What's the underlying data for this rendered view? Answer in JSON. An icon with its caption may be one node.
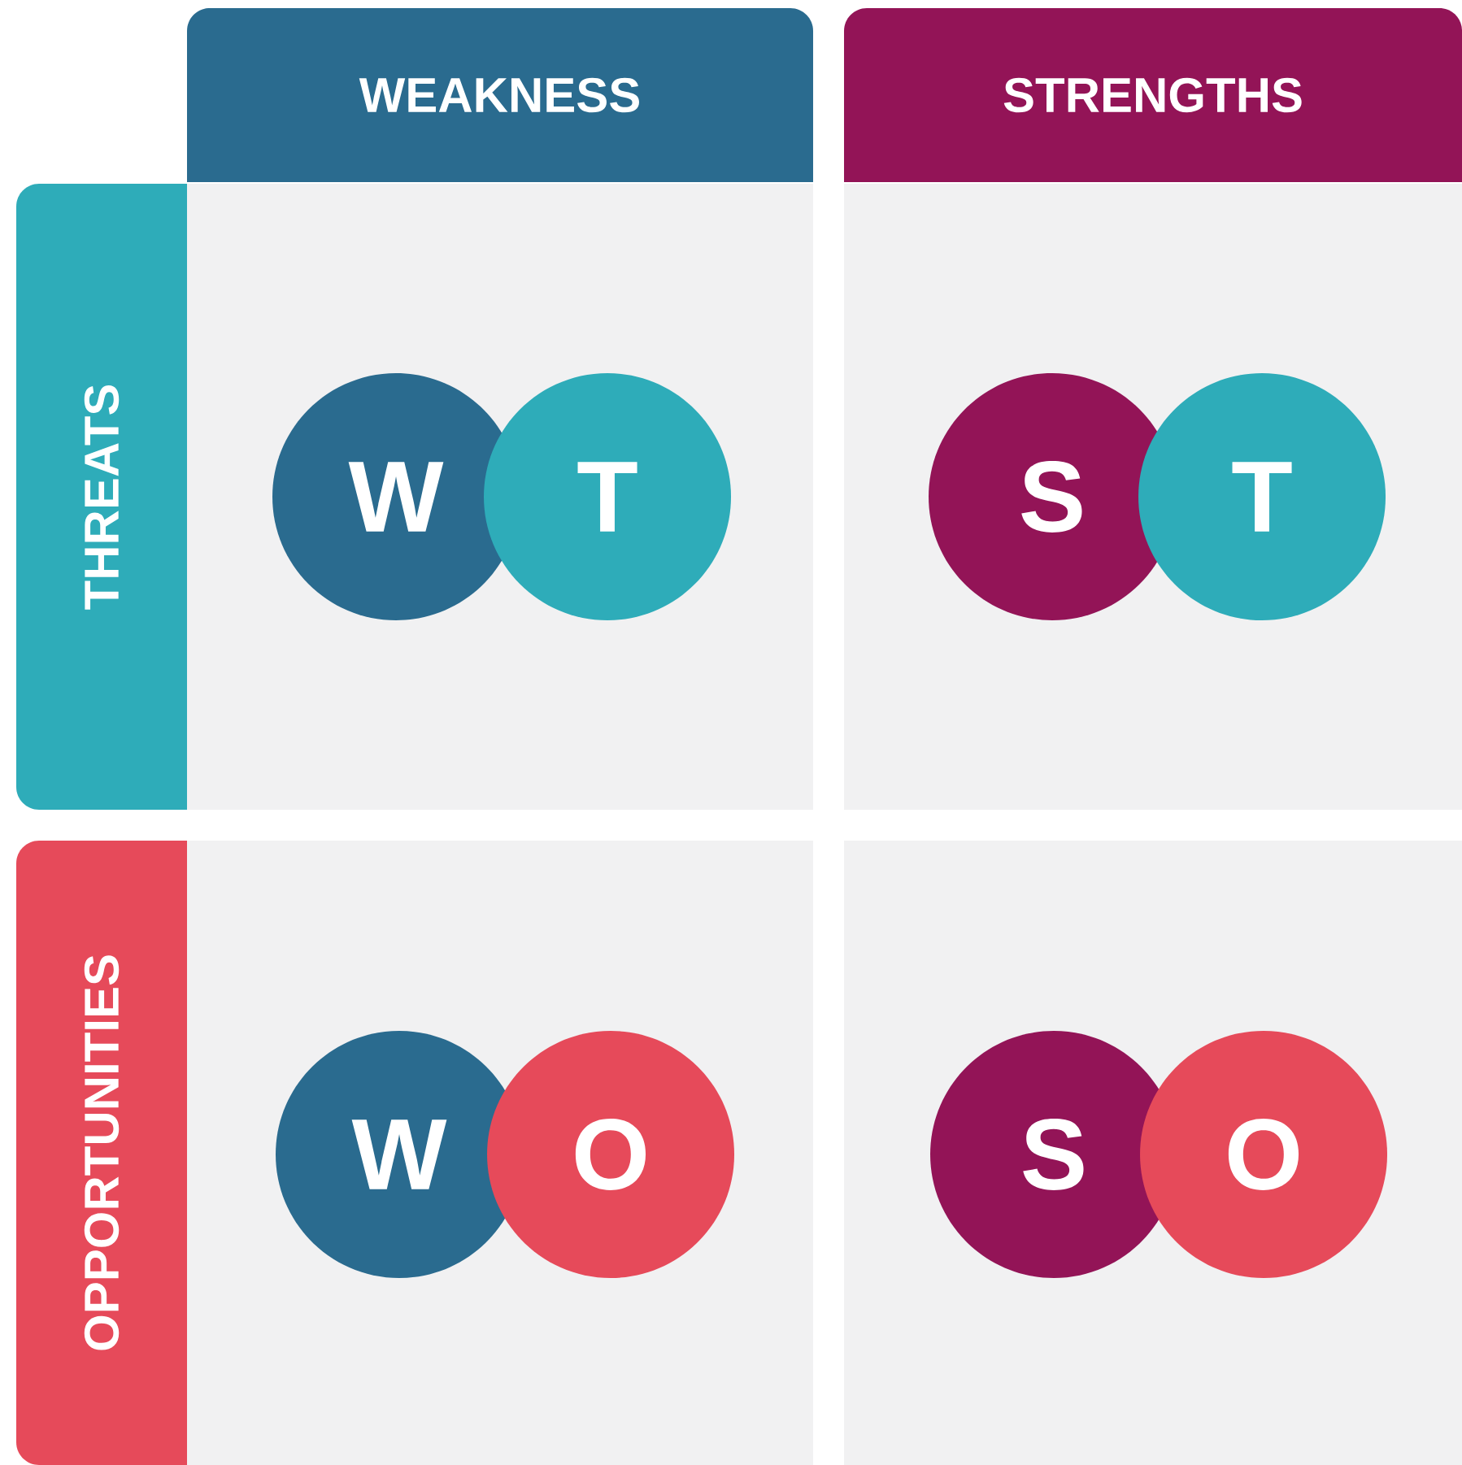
{
  "diagram": {
    "nodes": [
      {
        "text": [
          "WEAKNESS"
        ]
      },
      {
        "text": [
          "STRENGTHS"
        ]
      },
      {
        "text": [
          "THREATS"
        ]
      },
      {
        "text": [
          "OPPORTUNITIES"
        ]
      },
      {
        "text": [],
        "shape": "box"
      },
      {
        "text": [],
        "shape": "box"
      },
      {
        "text": [],
        "shape": "box"
      },
      {
        "text": [],
        "shape": "box"
      },
      {
        "text": [
          "W"
        ],
        "in": 4
      },
      {
        "text": [
          "T"
        ],
        "in": 4
      },
      {
        "text": [
          "S"
        ],
        "in": 5
      },
      {
        "text": [
          "T"
        ],
        "in": 5
      },
      {
        "text": [
          "W"
        ],
        "in": 6
      },
      {
        "text": [
          "O"
        ],
        "in": 6
      },
      {
        "text": [
          "S"
        ],
        "in": 7
      },
      {
        "text": [
          "O"
        ],
        "in": 7
      }
    ]
  }
}
